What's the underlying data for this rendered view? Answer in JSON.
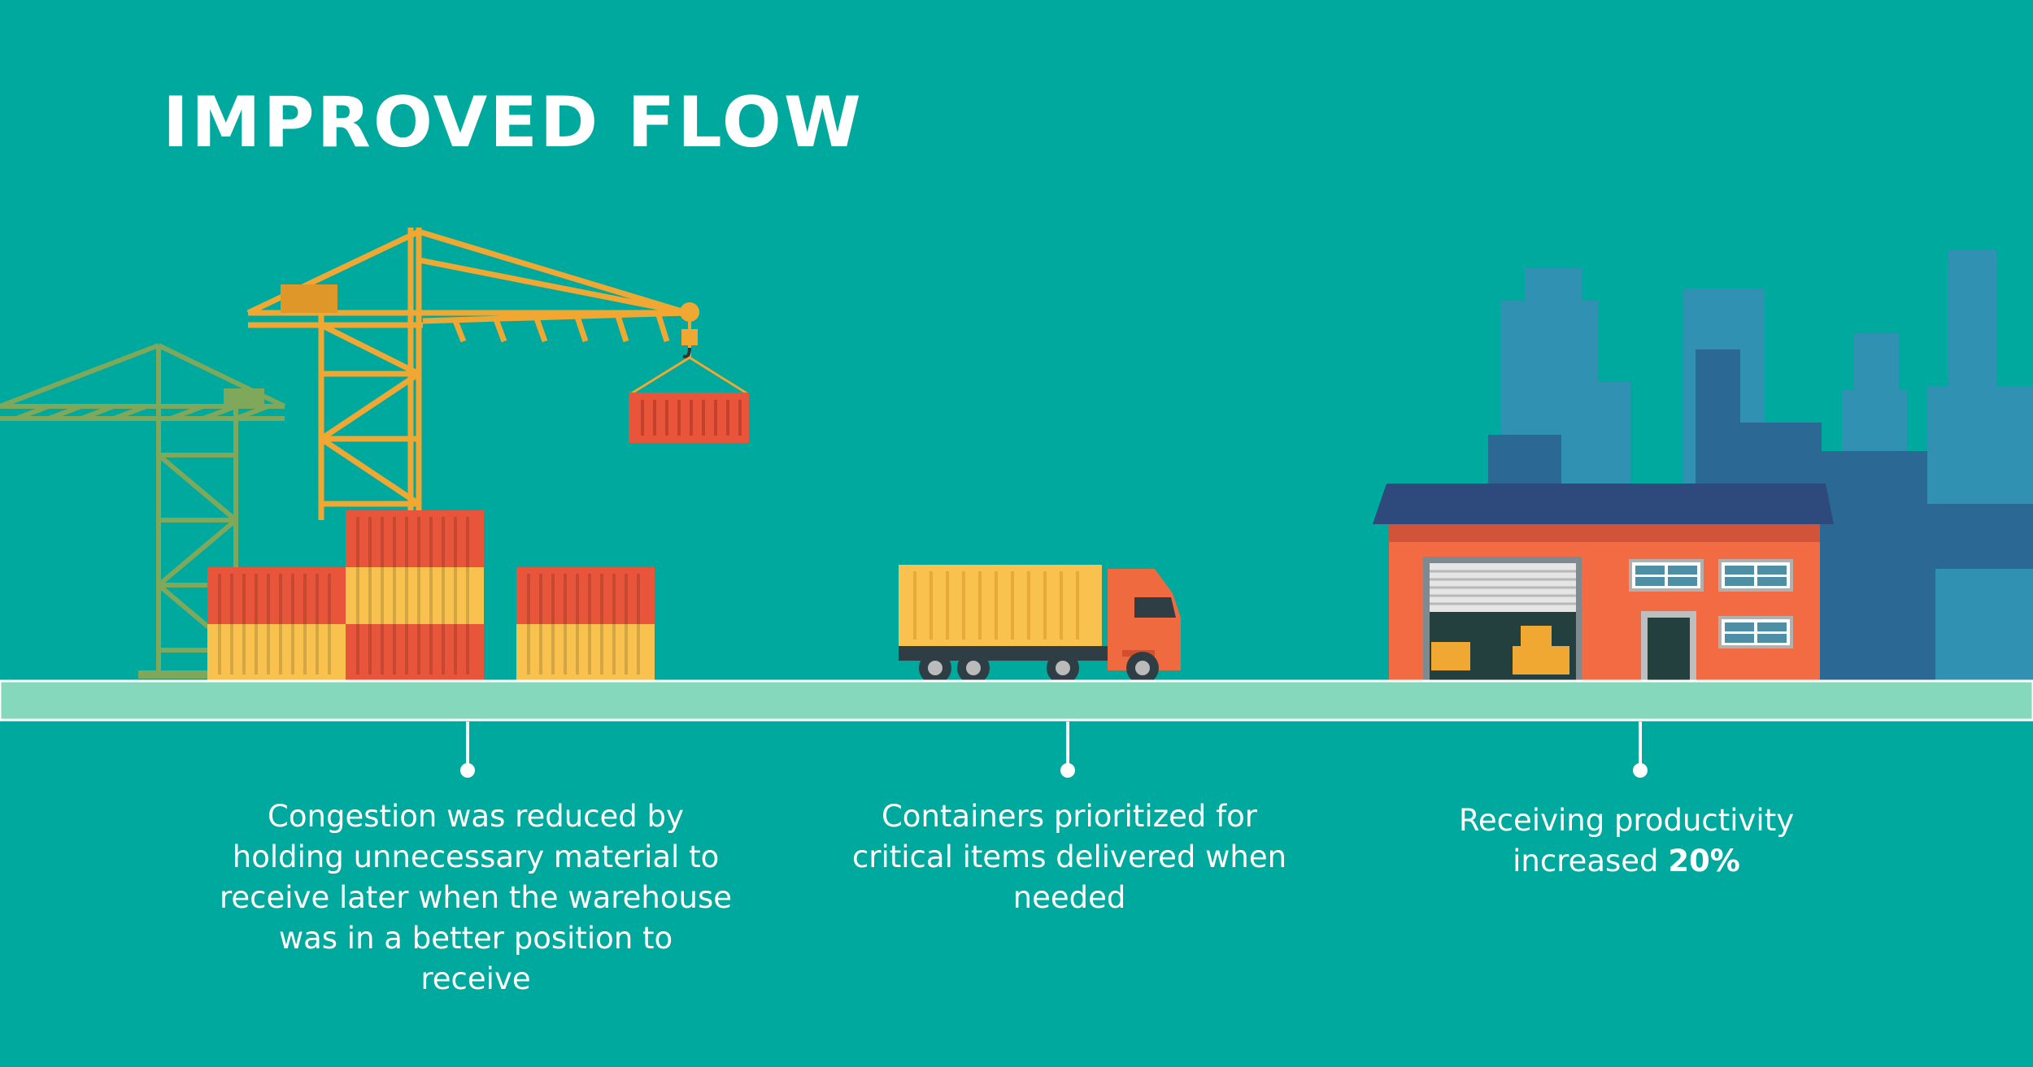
{
  "title": "IMPROVED FLOW",
  "captions": [
    {
      "text": "Congestion was reduced by holding unnecessary material to receive later when the warehouse was in a better position to receive"
    },
    {
      "text": "Containers prioritized for critical items delivered when needed"
    },
    {
      "prefix": "Receiving productivity increased ",
      "highlight": "20%"
    }
  ],
  "colors": {
    "background": "#00A99D",
    "ground": "#86D8BC",
    "container_red": "#E8553A",
    "container_yellow": "#F9C24F",
    "crane_orange": "#F0A833",
    "crane_green": "#7FA85A",
    "truck_cab": "#EF6A3F",
    "warehouse_wall": "#F26B43",
    "warehouse_roof": "#2E4A7D",
    "city_light": "#3191B3",
    "city_dark": "#2B6893"
  },
  "icons": [
    "crane-icon",
    "container-icon",
    "truck-icon",
    "warehouse-icon",
    "city-skyline-icon"
  ]
}
